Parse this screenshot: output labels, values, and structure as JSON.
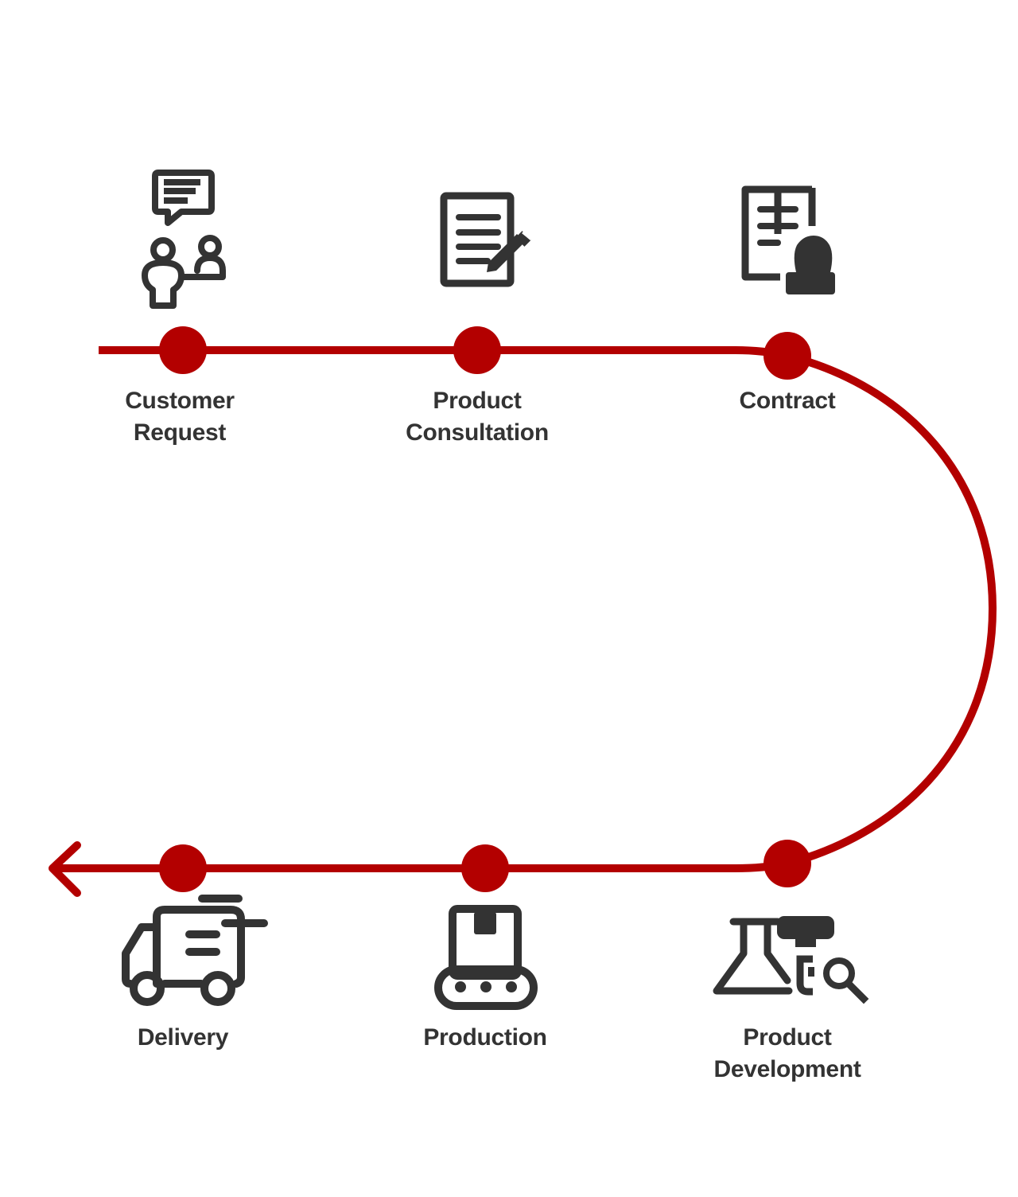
{
  "diagram": {
    "type": "process-flow",
    "direction": "clockwise U-turn, ending with arrow pointing left",
    "colors": {
      "path": "#b30000",
      "node": "#b30000",
      "icon": "#333333",
      "label": "#333333",
      "background": "#ffffff"
    },
    "steps": [
      {
        "order": 1,
        "name": "customer-request",
        "icon": "customer-chat-icon",
        "label_lines": [
          "Customer",
          "Request"
        ]
      },
      {
        "order": 2,
        "name": "product-consultation",
        "icon": "document-edit-icon",
        "label_lines": [
          "Product",
          "Consultation"
        ]
      },
      {
        "order": 3,
        "name": "contract",
        "icon": "contract-stamp-icon",
        "label_lines": [
          "Contract"
        ]
      },
      {
        "order": 4,
        "name": "product-development",
        "icon": "lab-research-icon",
        "label_lines": [
          "Product",
          "Development"
        ]
      },
      {
        "order": 5,
        "name": "production",
        "icon": "conveyor-box-icon",
        "label_lines": [
          "Production"
        ]
      },
      {
        "order": 6,
        "name": "delivery",
        "icon": "delivery-truck-icon",
        "label_lines": [
          "Delivery"
        ]
      }
    ]
  }
}
